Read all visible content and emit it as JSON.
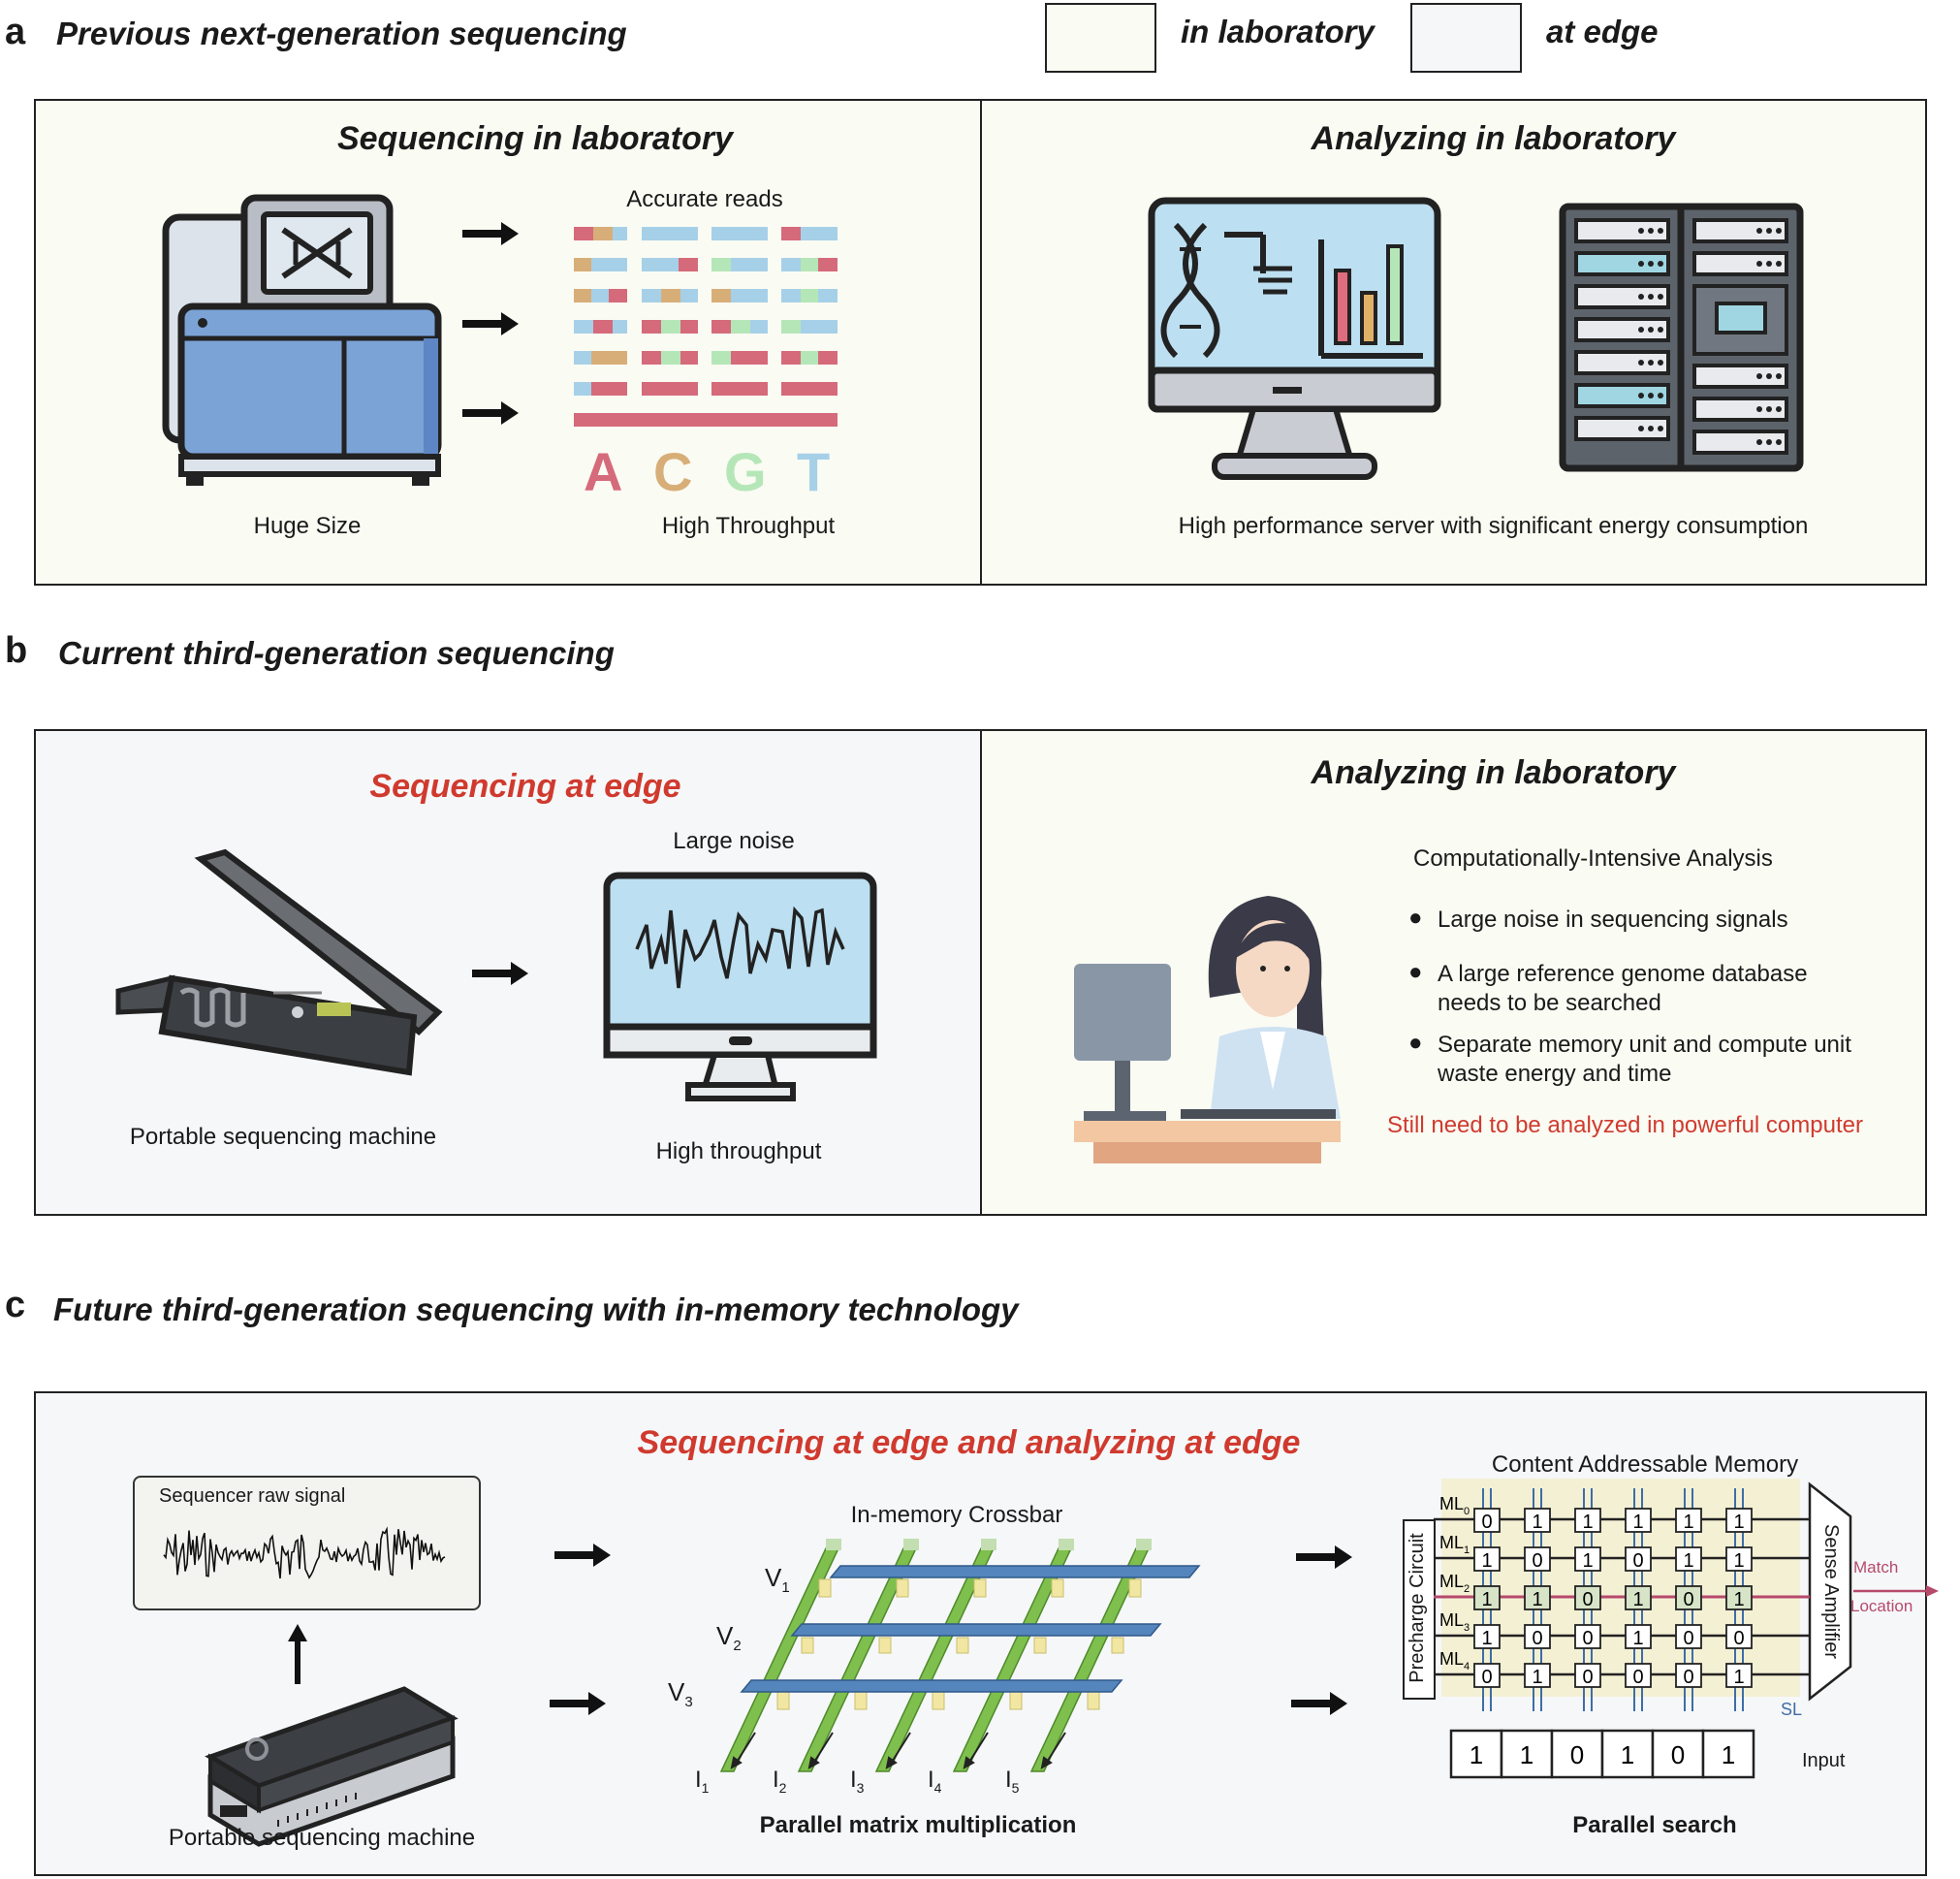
{
  "panel_a": {
    "letter": "a",
    "title": "Previous next-generation sequencing",
    "legend": {
      "lab_label": "in laboratory",
      "edge_label": "at edge",
      "lab_color": "#fafbf3",
      "edge_color": "#f6f7f9"
    },
    "left": {
      "title": "Sequencing in laboratory",
      "reads_label": "Accurate reads",
      "machine_label": "Huge Size",
      "throughput_label": "High Throughput",
      "bases": [
        "A",
        "C",
        "G",
        "T"
      ]
    },
    "right": {
      "title": "Analyzing in laboratory",
      "caption": "High performance server with significant energy consumption"
    }
  },
  "panel_b": {
    "letter": "b",
    "title": "Current third-generation sequencing",
    "left": {
      "title": "Sequencing at edge",
      "noise_label": "Large noise",
      "machine_label": "Portable sequencing machine",
      "throughput_label": "High throughput"
    },
    "right": {
      "title": "Analyzing in laboratory",
      "heading": "Computationally-Intensive Analysis",
      "bullets": [
        {
          "line1": "Large noise in sequencing signals",
          "line2": ""
        },
        {
          "line1": "A large reference genome database",
          "line2": "needs to be searched"
        },
        {
          "line1": "Separate memory unit and compute unit",
          "line2": "waste energy and time"
        }
      ],
      "note": "Still need to be analyzed in powerful computer"
    }
  },
  "panel_c": {
    "letter": "c",
    "title": "Future third-generation sequencing with in-memory technology",
    "headline": "Sequencing at edge and analyzing at edge",
    "raw_signal_label": "Sequencer raw signal",
    "machine_label": "Portable sequencing machine",
    "crossbar": {
      "title": "In-memory Crossbar",
      "caption": "Parallel matrix multiplication",
      "voltages": [
        [
          "V",
          "1"
        ],
        [
          "V",
          "2"
        ],
        [
          "V",
          "3"
        ]
      ],
      "currents": [
        [
          "I",
          "1"
        ],
        [
          "I",
          "2"
        ],
        [
          "I",
          "3"
        ],
        [
          "I",
          "4"
        ],
        [
          "I",
          "5"
        ]
      ]
    },
    "cam": {
      "title": "Content Addressable Memory",
      "caption": "Parallel search",
      "precharge": "Precharge Circuit",
      "sense": "Sense Amplifier",
      "match": "Match",
      "location": "Location",
      "sl": "SL",
      "input_label": "Input",
      "match_lines": [
        [
          "ML",
          "0"
        ],
        [
          "ML",
          "1"
        ],
        [
          "ML",
          "2"
        ],
        [
          "ML",
          "3"
        ],
        [
          "ML",
          "4"
        ]
      ],
      "rows": [
        [
          "0",
          "1",
          "1",
          "1",
          "1",
          "1"
        ],
        [
          "1",
          "0",
          "1",
          "0",
          "1",
          "1"
        ],
        [
          "1",
          "1",
          "0",
          "1",
          "0",
          "1"
        ],
        [
          "1",
          "0",
          "0",
          "1",
          "0",
          "0"
        ],
        [
          "0",
          "1",
          "0",
          "0",
          "0",
          "1"
        ]
      ],
      "input": [
        "1",
        "1",
        "0",
        "1",
        "0",
        "1"
      ]
    }
  }
}
